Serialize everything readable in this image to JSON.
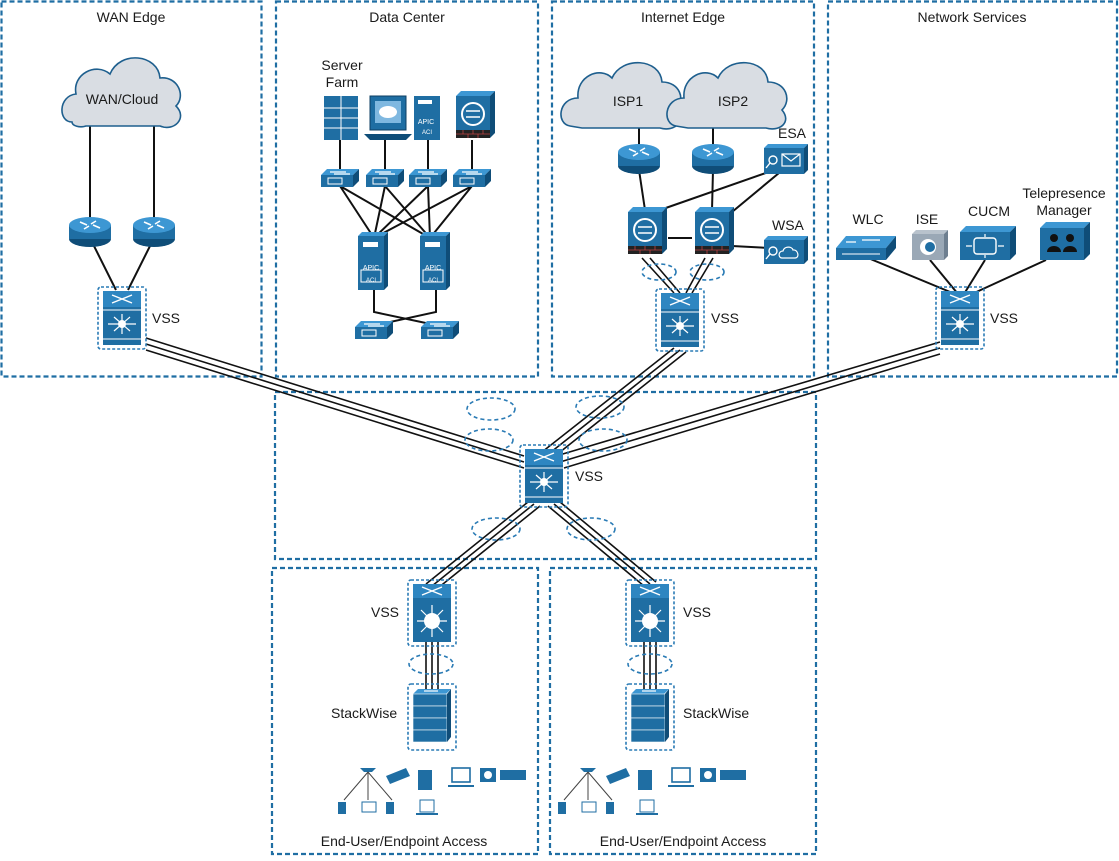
{
  "zones": {
    "wan_edge": "WAN Edge",
    "data_center": "Data Center",
    "internet_edge": "Internet Edge",
    "network_services": "Network Services",
    "access_left": "End-User/Endpoint Access",
    "access_right": "End-User/Endpoint Access"
  },
  "labels": {
    "wan_cloud": "WAN/Cloud",
    "server_farm_line1": "Server",
    "server_farm_line2": "Farm",
    "isp1": "ISP1",
    "isp2": "ISP2",
    "esa": "ESA",
    "wsa": "WSA",
    "wlc": "WLC",
    "ise": "ISE",
    "cucm": "CUCM",
    "telepresence_line1": "Telepresence",
    "telepresence_line2": "Manager",
    "vss_wan": "VSS",
    "vss_internet": "VSS",
    "vss_services": "VSS",
    "vss_core": "VSS",
    "vss_access_left": "VSS",
    "vss_access_right": "VSS",
    "stackwise_left": "StackWise",
    "stackwise_right": "StackWise",
    "apic": "APIC",
    "aci": "ACI"
  },
  "colors": {
    "zone_border": "#1f6ea3",
    "device": "#1f6ea3",
    "cloud": "#d9dde3"
  }
}
